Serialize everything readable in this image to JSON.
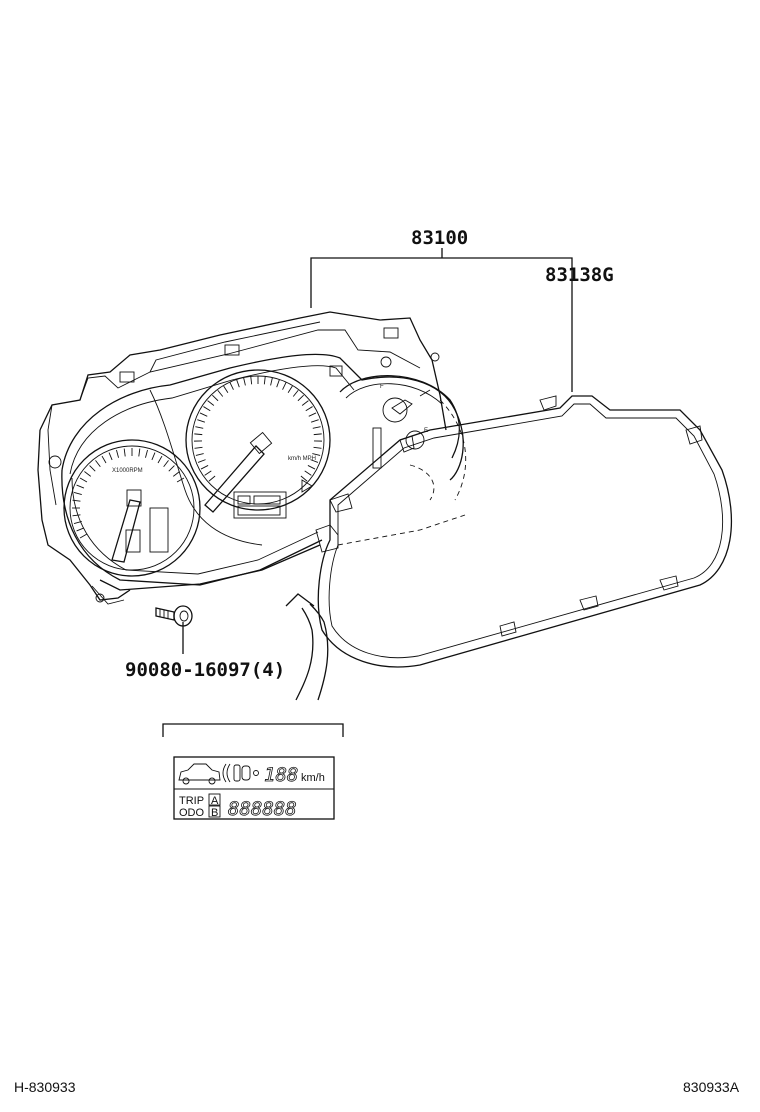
{
  "callouts": {
    "meter_assembly": "83100",
    "meter_glass": "83138G",
    "screw": "90080-16097(4)"
  },
  "display_inset": {
    "speed_unit": "km/h",
    "trip_label": "TRIP",
    "odo_label": "ODO",
    "button_a": "A",
    "button_b": "B",
    "speed_digits": "188",
    "odometer_digits": "888888"
  },
  "gauge_labels": {
    "tach_unit": "X1000RPM",
    "speedo_unit": "km/h MPH",
    "fuel_full": "F",
    "fuel_empty": "E"
  },
  "footer": {
    "left_code": "H-830933",
    "right_code": "830933A"
  }
}
